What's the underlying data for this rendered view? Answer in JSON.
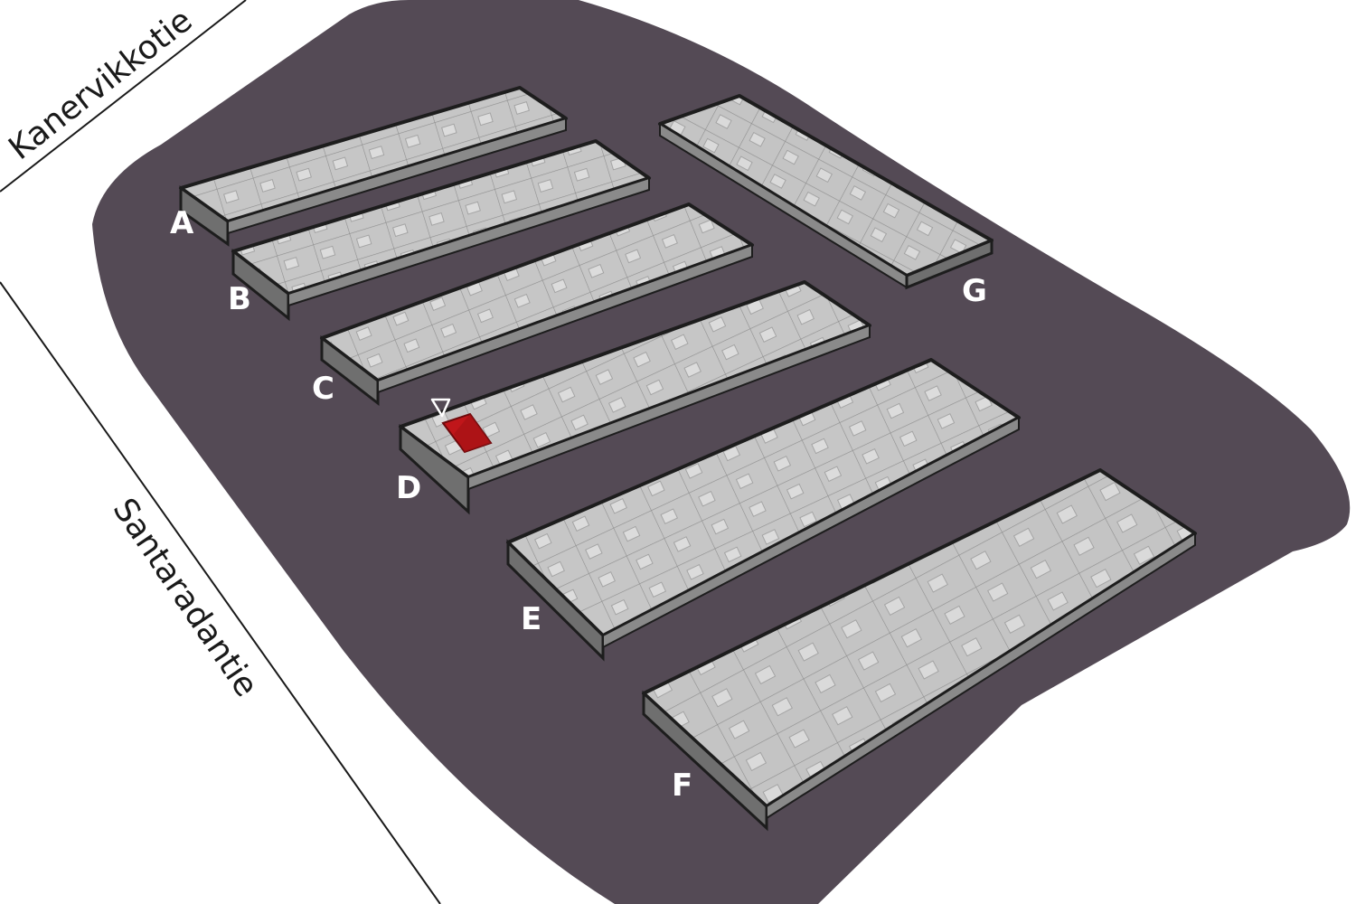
{
  "streets": {
    "north": "Kanervikkotie",
    "west": "Santaradantie"
  },
  "buildings": [
    {
      "id": "a",
      "label": "A"
    },
    {
      "id": "b",
      "label": "B"
    },
    {
      "id": "c",
      "label": "C"
    },
    {
      "id": "d",
      "label": "D"
    },
    {
      "id": "e",
      "label": "E"
    },
    {
      "id": "f",
      "label": "F"
    },
    {
      "id": "g",
      "label": "G"
    }
  ],
  "highlight": {
    "building": "D",
    "marker": "entrance-triangle-icon"
  },
  "colors": {
    "ground": "#544a55",
    "roof": "#c4c4c4",
    "wall": "#6f6f6f",
    "outline": "#1d1d1d",
    "highlight": "#c0161a",
    "label": "#ffffff"
  }
}
